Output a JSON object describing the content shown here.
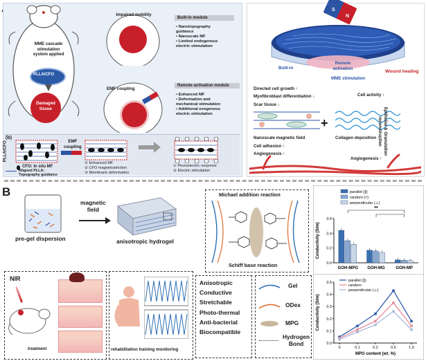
{
  "panel_a": {
    "letter": "A",
    "mme_label": "MME cascade\nstimulation\nsystem applied",
    "plla_cfo": "PLLA/CFO",
    "damaged_tissue": "Damaged\ntissue",
    "impaired_mobility": "Impaired mobility",
    "emf_coupling": "EMF coupling",
    "magnet_s": "S",
    "magnet_n": "N",
    "builtin_title": "Built-in module",
    "builtin_items": [
      "Nanotopography\nguidance",
      "Nanoscale MF",
      "Limited endogenous\nelectric stimulation"
    ],
    "remote_title": "Remote activation module",
    "remote_items": [
      "Enhanced MF",
      "Deformation and\nmechanical stimulation",
      "Additional exogenous\nelectric stimulation"
    ],
    "sub_b": "(b)",
    "plla_cfo_vertical": "PLLA/CFO",
    "cfo_legend": "CFO: In situ MF",
    "aligned_legend": "Aligned PLLA:\nTopography guidance",
    "emf_coupling2": "EMF\ncoupling",
    "steps_mid": [
      "①  Enhanced MF",
      "②  CFO magnetostriction",
      "③  Membrane deformation"
    ],
    "steps_right": [
      "①  Piezoelectric response",
      "②  Electric stimulation"
    ],
    "right": {
      "builtin": "Built-in",
      "remote_activation": "Remote\nactivation",
      "mme_stimulation": "MME stimulation",
      "wound_healing": "Wound healing",
      "directed_cell_growth": "Directed cell growth  ↑",
      "myofibroblast": "Myofibroblast differentiation  ↓",
      "scar_tissue": "Scar tissue  ↓",
      "nanoscale_mf": "Nanoscale magnetic field",
      "cell_adhesion": "Cell adhesion  ↑",
      "angiogenesis1": "Angiogenesis  ↑",
      "cell_activity": "Cell activity  ↑",
      "collagen": "Collagen deposition  ↑",
      "angiogenesis2": "Angiogenesis  ↑",
      "epithelial": "Epithelial & Granulation\nreconstruction"
    }
  },
  "panel_b": {
    "letter": "B",
    "pregel": "pre-gel dispersion",
    "magnetic_field": "magnetic\nfield",
    "aniso_hydrogel": "anisotropic hydrogel",
    "michael": "Michael addition reaction",
    "schiff": "Schiff base reaction",
    "nir": "NIR",
    "treatment": "treatment",
    "rehab": "rehabilitation training monitoring",
    "properties": [
      "Anisotropic",
      "Conductive",
      "Stretchable",
      "Photo-thermal",
      "Anti-bacterial",
      "Biocompatible"
    ],
    "legend": {
      "gel": "Gel",
      "odex": "ODex",
      "mpg": "MPG",
      "hbond": "Hydrogen\nBond",
      "gel_color": "#2f6fb3",
      "odex_color": "#e06a2a"
    }
  },
  "chart_data": [
    {
      "type": "bar",
      "categories": [
        "GOH-MPG",
        "GOH-MG",
        "GOH-MP"
      ],
      "series": [
        {
          "name": "parallel (∥)",
          "values": [
            0.44,
            0.17,
            0.04
          ],
          "color": "#3b6fb0"
        },
        {
          "name": "random (×)",
          "values": [
            0.3,
            0.16,
            0.035
          ],
          "color": "#8aa8cf"
        },
        {
          "name": "perpendicular (⊥)",
          "values": [
            0.25,
            0.14,
            0.03
          ],
          "color": "#c9d6e8"
        }
      ],
      "ylabel": "Conductivity (S/m)",
      "ylim": [
        0,
        0.6
      ],
      "yticks": [
        "0.0",
        "0.2",
        "0.4",
        "0.6"
      ],
      "annotation": "**"
    },
    {
      "type": "line",
      "x": [
        0,
        0.1,
        0.2,
        0.5,
        1.0
      ],
      "xticks": [
        "0",
        "0.1",
        "0.2",
        "0.5",
        "1.0"
      ],
      "series": [
        {
          "name": "parallel (∥)",
          "values": [
            0.05,
            0.14,
            0.24,
            0.43,
            0.18
          ],
          "color": "#2f5aa8"
        },
        {
          "name": "random",
          "values": [
            0.04,
            0.11,
            0.18,
            0.33,
            0.14
          ],
          "color": "#e58b9e"
        },
        {
          "name": "perpendicular (⊥)",
          "values": [
            0.03,
            0.09,
            0.15,
            0.26,
            0.11
          ],
          "color": "#a9bcdc"
        }
      ],
      "xlabel": "MPG content (wt. %)",
      "ylabel": "Conductivity (S/m)",
      "ylim": [
        0,
        0.5
      ],
      "yticks": [
        "0.0",
        "0.1",
        "0.2",
        "0.3",
        "0.4",
        "0.5"
      ]
    }
  ]
}
